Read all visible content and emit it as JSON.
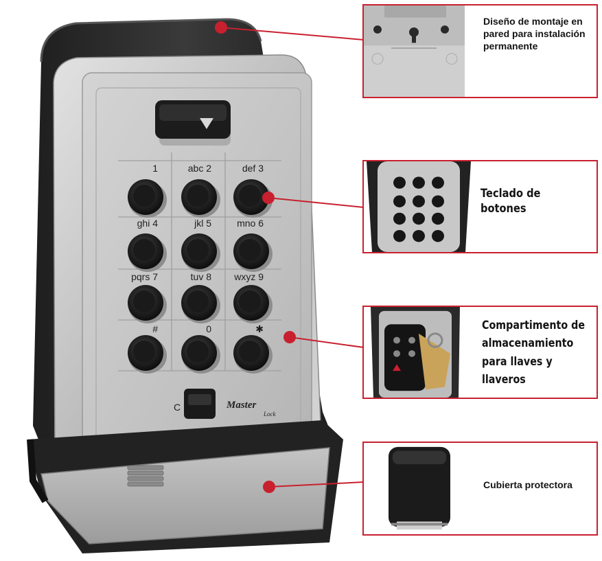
{
  "keypad": {
    "keys": [
      {
        "label": "1"
      },
      {
        "label": "abc  2"
      },
      {
        "label": "def   3"
      },
      {
        "label": "ghi   4"
      },
      {
        "label": "jkl   5"
      },
      {
        "label": "mno   6"
      },
      {
        "label": "pqrs   7"
      },
      {
        "label": "tuv   8"
      },
      {
        "label": "wxyz  9"
      },
      {
        "label": "#"
      },
      {
        "label": "0"
      },
      {
        "label": "✱"
      }
    ],
    "clear_label": "C",
    "brand_line1": "Master",
    "brand_line2": "Lock"
  },
  "callouts": {
    "wall_mount": "Diseño de montaje en pared para instalación permanente",
    "keypad": "Teclado de botones",
    "storage": "Compartimento de almacenamiento para llaves y llaveros",
    "cover": "Cubierta protectora"
  },
  "colors": {
    "accent": "#c8202f",
    "housing_dark": "#2b2b2b",
    "face_silver": "#c9c9c9",
    "button_black": "#1a1a1a"
  }
}
